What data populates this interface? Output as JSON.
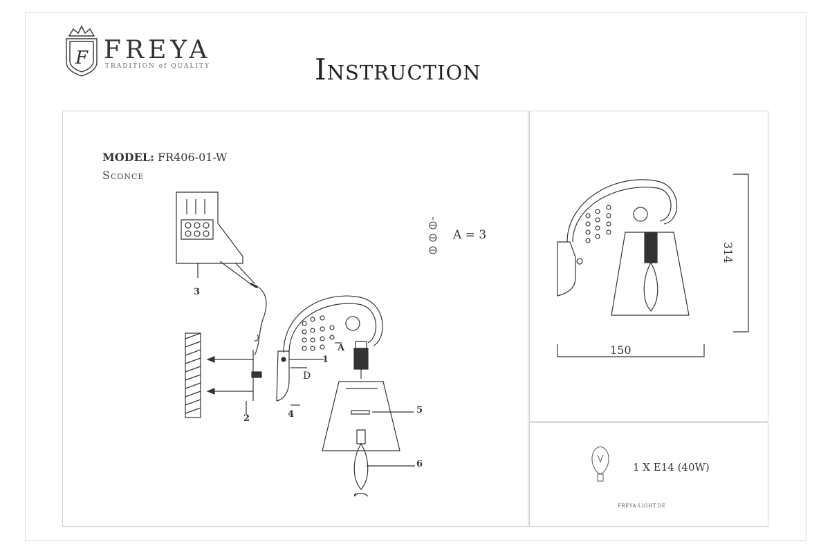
{
  "brand": {
    "name": "FREYA",
    "tagline": "TRADITION of QUALITY",
    "emblem_letter": "F"
  },
  "document": {
    "title": "Instruction"
  },
  "model": {
    "label": "MODEL:",
    "code": "FR406-01-W",
    "type": "Sconce"
  },
  "callouts": {
    "p1": "1",
    "p2": "2",
    "p3": "3",
    "p4": "4",
    "p5": "5",
    "p6": "6",
    "a": "A",
    "d": "D"
  },
  "crystal_qty": "A = 3",
  "dimensions": {
    "height": "314",
    "width": "150"
  },
  "bulb": {
    "spec": "1 X E14 (40W)"
  },
  "website": "FREYA-LIGHT.DE",
  "colors": {
    "line": "#333333",
    "border": "#cfcfcf"
  }
}
